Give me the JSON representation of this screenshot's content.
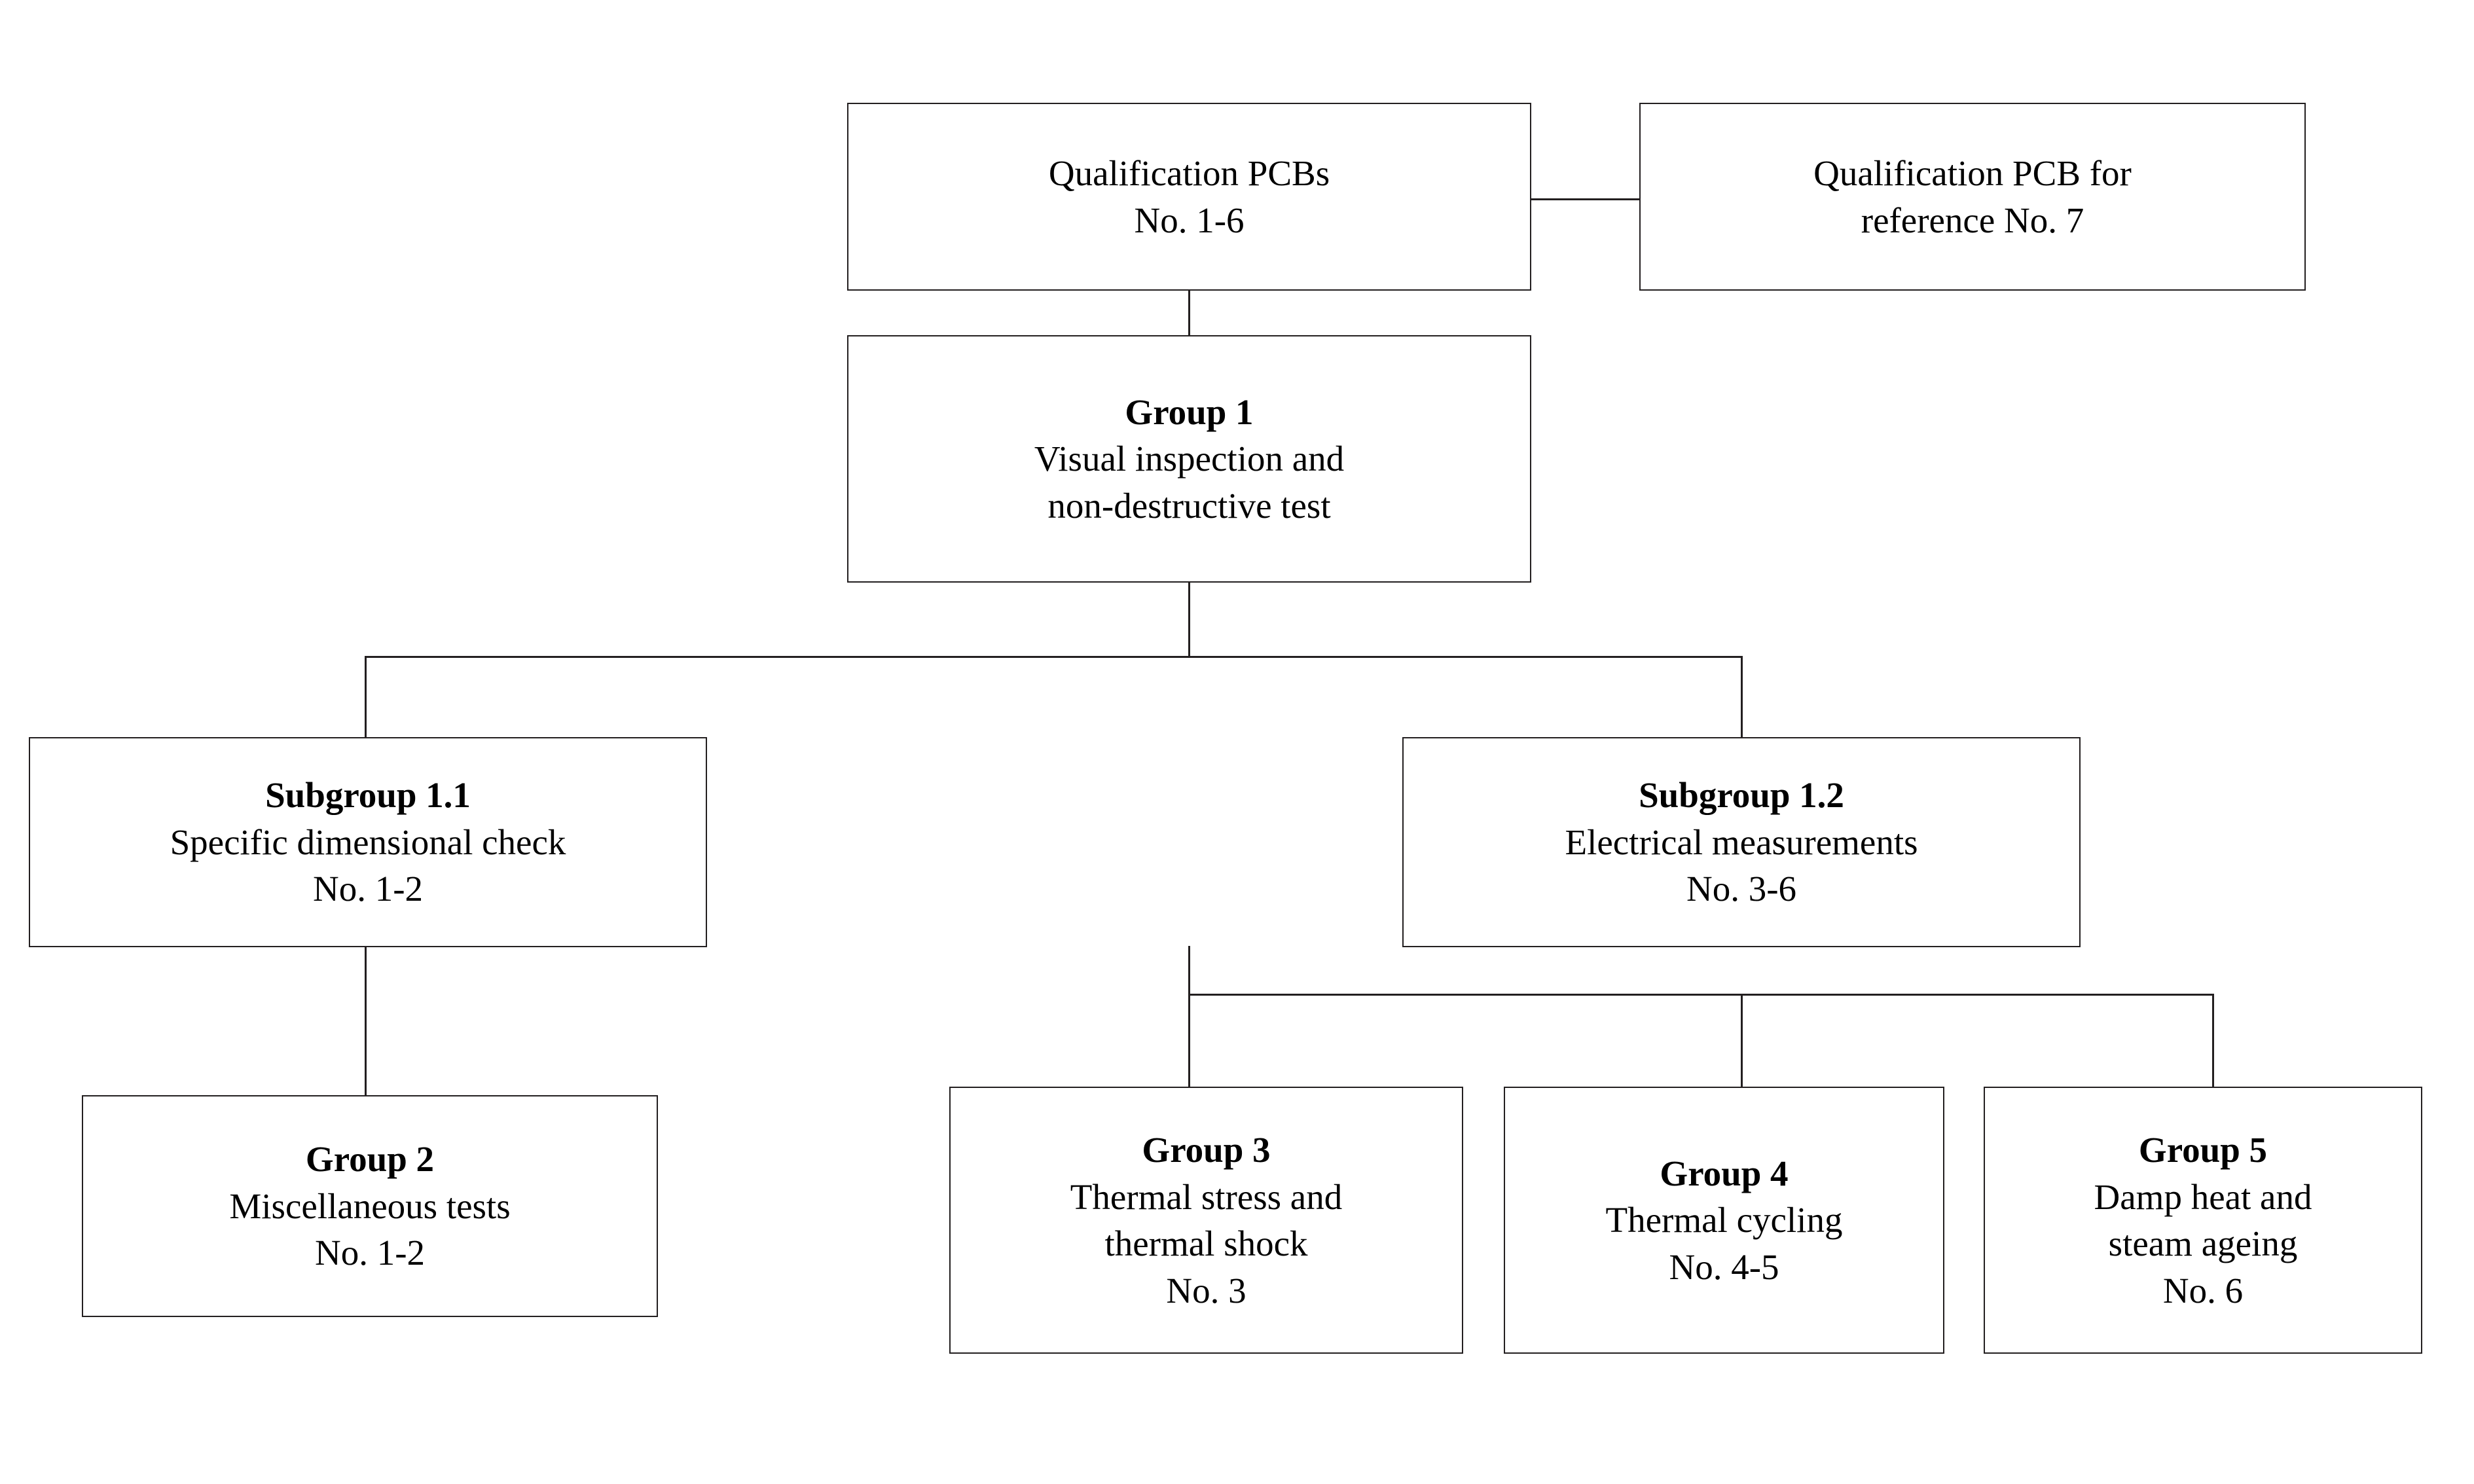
{
  "diagram": {
    "type": "flowchart",
    "title": "PCB qualification test group hierarchy",
    "background_color": "#ffffff",
    "line_color": "#231f20",
    "text_color": "#000000"
  },
  "nodes": {
    "qualification_pcbs": {
      "title": "",
      "line1": "Qualification PCBs",
      "line2": "No. 1-6",
      "line3": ""
    },
    "qualification_pcb_reference": {
      "title": "",
      "line1": "Qualification PCB for",
      "line2": "reference No. 7",
      "line3": ""
    },
    "group1": {
      "title": "Group 1",
      "line1": "Visual inspection and",
      "line2": "non-destructive test",
      "line3": ""
    },
    "subgroup11": {
      "title": "Subgroup 1.1",
      "line1": "Specific dimensional check",
      "line2": "No. 1-2",
      "line3": ""
    },
    "subgroup12": {
      "title": "Subgroup 1.2",
      "line1": "Electrical measurements",
      "line2": "No. 3-6",
      "line3": ""
    },
    "group2": {
      "title": "Group 2",
      "line1": "Miscellaneous tests",
      "line2": "No. 1-2",
      "line3": ""
    },
    "group3": {
      "title": "Group 3",
      "line1": "Thermal stress and",
      "line2": "thermal shock",
      "line3": "No. 3"
    },
    "group4": {
      "title": "Group 4",
      "line1": "Thermal cycling",
      "line2": "No. 4-5",
      "line3": ""
    },
    "group5": {
      "title": "Group 5",
      "line1": "Damp heat and",
      "line2": "steam ageing",
      "line3": "No. 6"
    }
  },
  "edges": [
    {
      "from": "qualification_pcbs",
      "to": "qualification_pcb_reference",
      "style": "horizontal"
    },
    {
      "from": "qualification_pcbs",
      "to": "group1",
      "style": "vertical"
    },
    {
      "from": "group1",
      "to": "subgroup11",
      "style": "elbow"
    },
    {
      "from": "group1",
      "to": "subgroup12",
      "style": "elbow"
    },
    {
      "from": "subgroup11",
      "to": "group2",
      "style": "vertical"
    },
    {
      "from": "subgroup12",
      "to": "group3",
      "style": "elbow"
    },
    {
      "from": "subgroup12",
      "to": "group4",
      "style": "elbow"
    },
    {
      "from": "subgroup12",
      "to": "group5",
      "style": "elbow"
    }
  ]
}
